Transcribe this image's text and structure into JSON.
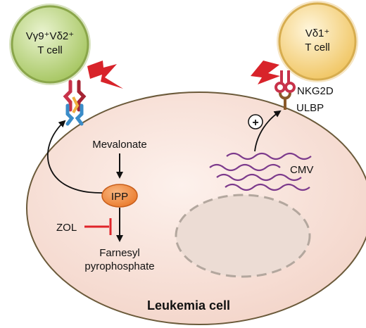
{
  "cells": {
    "gamma_delta_t": {
      "line1": "Vγ9⁺Vδ2⁺",
      "line2": "T cell",
      "color": "#b8d27a"
    },
    "vdelta1_t": {
      "line1": "Vδ1⁺",
      "line2": "T cell",
      "color": "#f3d27a"
    },
    "leukemia": {
      "label": "Leukemia cell",
      "color": "#f7e0d8"
    }
  },
  "receptors": {
    "nkg2d": "NKG2D",
    "ulbp": "ULBP"
  },
  "pathway": {
    "mevalonate": "Mevalonate",
    "ipp": "IPP",
    "zol": "ZOL",
    "product_line1": "Farnesyl",
    "product_line2": "pyrophosphate"
  },
  "virus": {
    "label": "CMV",
    "plus": "+"
  },
  "colors": {
    "inhibit": "#e0242a",
    "lightning": "#d8232a",
    "ipp_fill": "#f28a3c",
    "cmv_wave": "#7c3a8c",
    "nkg2d_receptor": "#c8324a",
    "ulbp_ligand": "#8a5a2a"
  }
}
